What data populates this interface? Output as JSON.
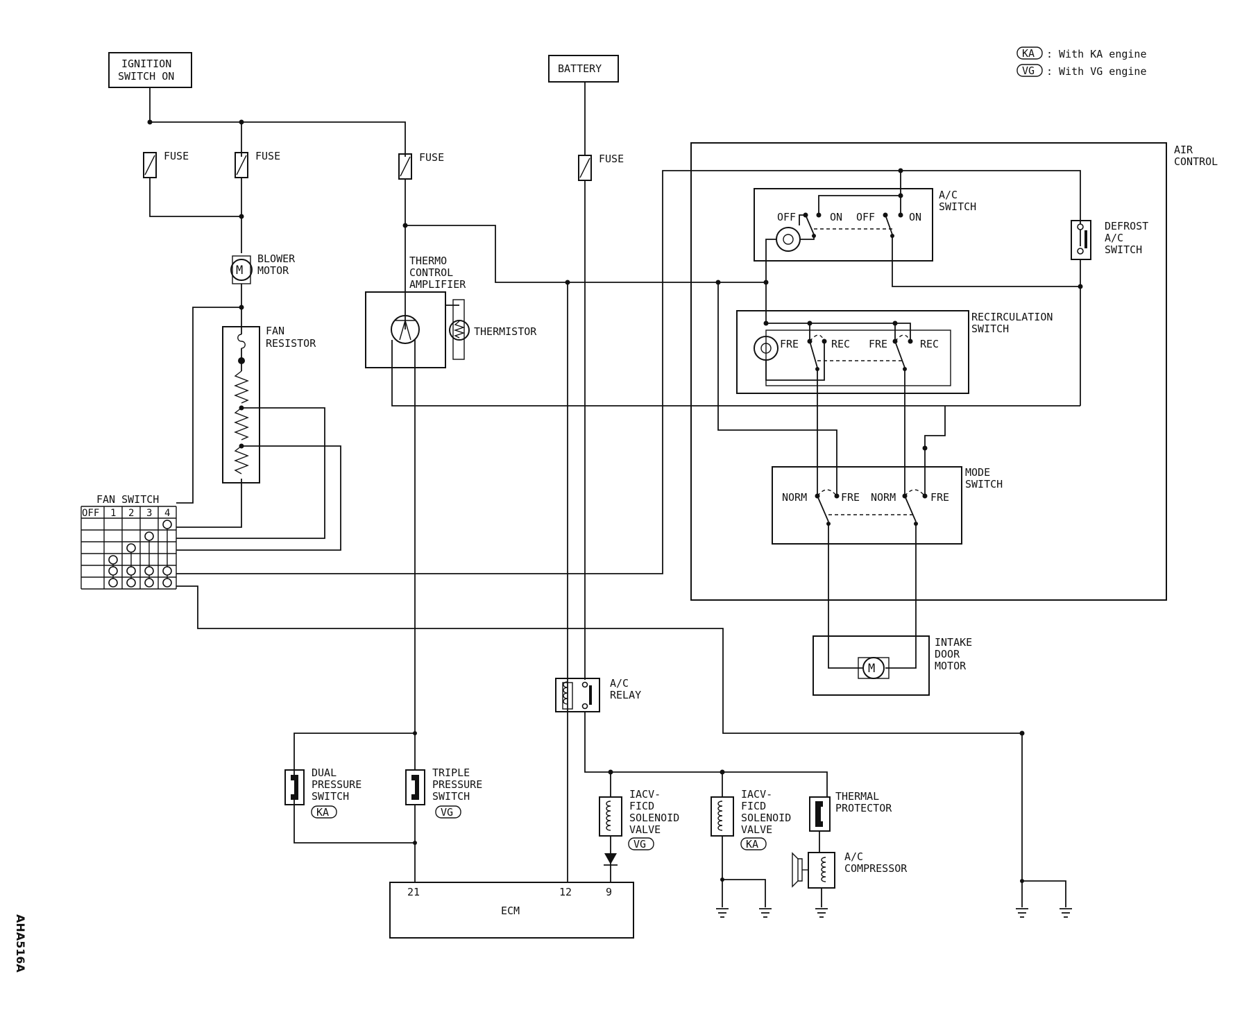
{
  "diagram_id": "AHA516A",
  "legend": {
    "ka_tag": "KA",
    "ka_text": ": With KA engine",
    "vg_tag": "VG",
    "vg_text": ": With VG engine"
  },
  "labels": {
    "ignition_1": "IGNITION",
    "ignition_2": "SWITCH ON",
    "battery": "BATTERY",
    "fuse": "FUSE",
    "blower_1": "BLOWER",
    "blower_2": "MOTOR",
    "motor_symbol": "M",
    "fan_resistor_1": "FAN",
    "fan_resistor_2": "RESISTOR",
    "thermo_1": "THERMO",
    "thermo_2": "CONTROL",
    "thermo_3": "AMPLIFIER",
    "thermistor": "THERMISTOR",
    "fan_switch": "FAN SWITCH",
    "fan_cols": [
      "OFF",
      "1",
      "2",
      "3",
      "4"
    ],
    "air_control_1": "AIR",
    "air_control_2": "CONTROL",
    "ac_switch_1": "A/C",
    "ac_switch_2": "SWITCH",
    "off": "OFF",
    "on": "ON",
    "defrost_1": "DEFROST",
    "defrost_2": "A/C",
    "defrost_3": "SWITCH",
    "recirc_1": "RECIRCULATION",
    "recirc_2": "SWITCH",
    "fre": "FRE",
    "rec": "REC",
    "mode_1": "MODE",
    "mode_2": "SWITCH",
    "norm": "NORM",
    "intake_1": "INTAKE",
    "intake_2": "DOOR",
    "intake_3": "MOTOR",
    "ac_relay_1": "A/C",
    "ac_relay_2": "RELAY",
    "dual_1": "DUAL",
    "dual_2": "PRESSURE",
    "dual_3": "SWITCH",
    "triple_1": "TRIPLE",
    "triple_2": "PRESSURE",
    "triple_3": "SWITCH",
    "iacv_1": "IACV-",
    "iacv_2": "FICD",
    "iacv_3": "SOLENOID",
    "iacv_4": "VALVE",
    "thermal_1": "THERMAL",
    "thermal_2": "PROTECTOR",
    "compressor_1": "A/C",
    "compressor_2": "COMPRESSOR",
    "ecm": "ECM",
    "ecm_pin_21": "21",
    "ecm_pin_12": "12",
    "ecm_pin_9": "9",
    "tag_ka": "KA",
    "tag_vg": "VG"
  }
}
